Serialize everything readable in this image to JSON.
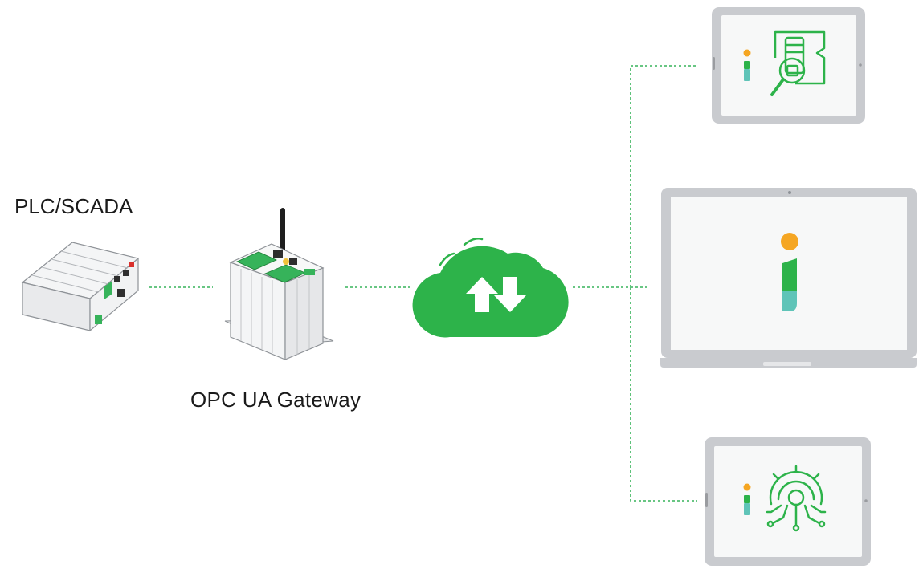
{
  "diagram": {
    "nodes": {
      "plc": {
        "label": "PLC/SCADA",
        "icon": "plc-device-icon"
      },
      "gateway": {
        "label": "OPC UA Gateway",
        "icon": "opc-ua-gateway-icon"
      },
      "cloud": {
        "icon": "cloud-sync-icon"
      },
      "tablet_top": {
        "icon": "tablet-inspection-app-icon"
      },
      "laptop": {
        "icon": "laptop-app-icon"
      },
      "tablet_bottom": {
        "icon": "tablet-ai-app-icon"
      }
    },
    "edges": [
      {
        "from": "plc",
        "to": "gateway"
      },
      {
        "from": "gateway",
        "to": "cloud"
      },
      {
        "from": "cloud",
        "to": "tablet_top"
      },
      {
        "from": "cloud",
        "to": "laptop"
      },
      {
        "from": "cloud",
        "to": "tablet_bottom"
      }
    ]
  },
  "colors": {
    "accent_green": "#2db34a",
    "accent_orange": "#f5a623",
    "accent_teal": "#5fc4b8",
    "connector": "#36b35a",
    "device_frame": "#c9cbcf"
  }
}
